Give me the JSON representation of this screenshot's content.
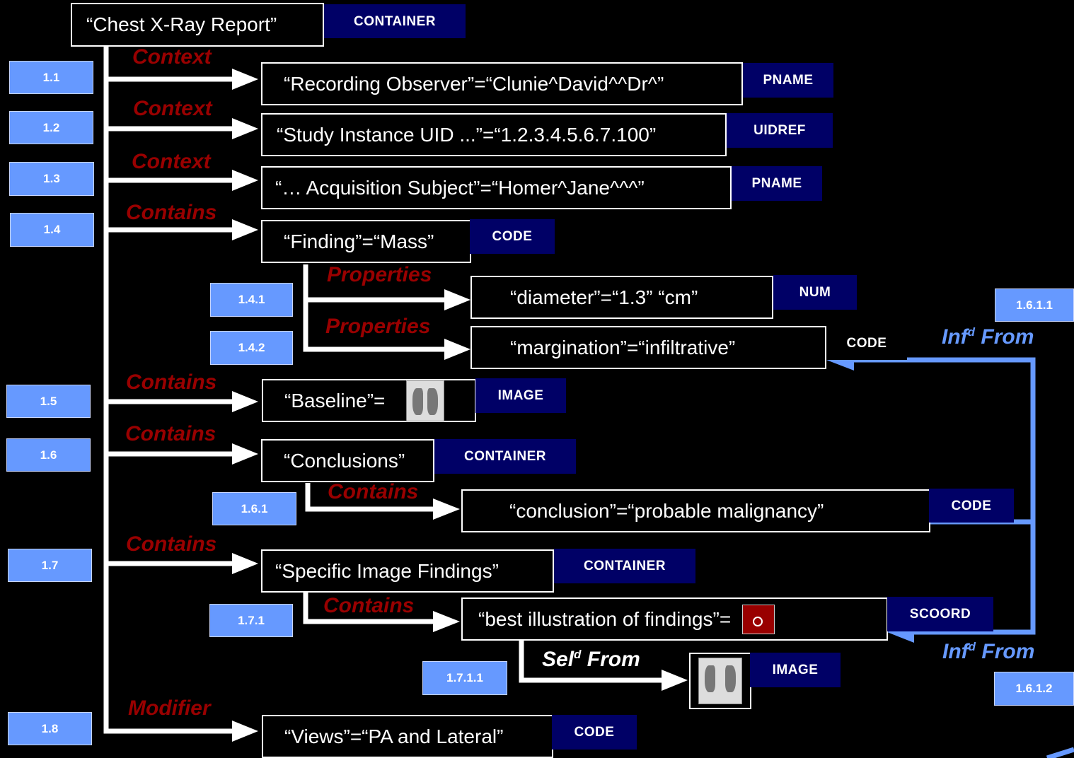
{
  "root": {
    "label": "“Chest X-Ray Report”",
    "type": "CONTAINER"
  },
  "nodes": [
    {
      "id": "1.1",
      "rel": "Context",
      "label": "“Recording Observer”=“Clunie^David^^Dr^”",
      "type": "PNAME"
    },
    {
      "id": "1.2",
      "rel": "Context",
      "label": "“Study Instance UID ...”=“1.2.3.4.5.6.7.100”",
      "type": "UIDREF"
    },
    {
      "id": "1.3",
      "rel": "Context",
      "label": "“… Acquisition Subject”=“Homer^Jane^^^”",
      "type": "PNAME"
    },
    {
      "id": "1.4",
      "rel": "Contains",
      "label": "“Finding”=“Mass”",
      "type": "CODE"
    },
    {
      "id": "1.4.1",
      "rel": "Properties",
      "label": "“diameter”=“1.3” “cm”",
      "type": "NUM"
    },
    {
      "id": "1.4.2",
      "rel": "Properties",
      "label": "“margination”=“infiltrative”",
      "type": "CODE"
    },
    {
      "id": "1.5",
      "rel": "Contains",
      "label": "“Baseline”=",
      "type": "IMAGE"
    },
    {
      "id": "1.6",
      "rel": "Contains",
      "label": "“Conclusions”",
      "type": "CONTAINER"
    },
    {
      "id": "1.6.1",
      "rel": "Contains",
      "label": "“conclusion”=“probable malignancy”",
      "type": "CODE"
    },
    {
      "id": "1.7",
      "rel": "Contains",
      "label": "“Specific Image Findings”",
      "type": "CONTAINER"
    },
    {
      "id": "1.7.1",
      "rel": "Contains",
      "label": "“best illustration of findings”=",
      "type": "SCOORD"
    },
    {
      "id": "1.7.1.1",
      "rel": "Sel",
      "rel_sup": "d",
      "rel_suffix": " From",
      "label": "",
      "type": "IMAGE"
    },
    {
      "id": "1.8",
      "rel": "Modifier",
      "label": "“Views”=“PA and Lateral”",
      "type": "CODE"
    }
  ],
  "inferred": [
    {
      "id": "1.6.1.1",
      "rel": "Inf",
      "rel_sup": "d",
      "rel_suffix": " From"
    },
    {
      "id": "1.6.1.2",
      "rel": "Inf",
      "rel_sup": "d",
      "rel_suffix": " From"
    }
  ],
  "colors": {
    "background": "#000000",
    "type_box": "#000066",
    "number_box": "#6699ff",
    "relationship": "#990000",
    "inferred": "#6699ff",
    "connector": "#ffffff"
  }
}
